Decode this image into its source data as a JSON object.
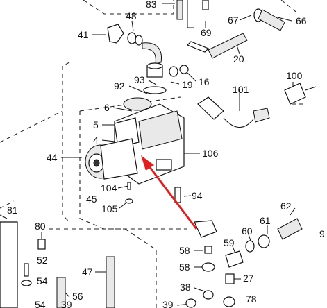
{
  "labels": [
    {
      "id": "83",
      "text": "83"
    },
    {
      "id": "48",
      "text": "48"
    },
    {
      "id": "41",
      "text": "41"
    },
    {
      "id": "69",
      "text": "69"
    },
    {
      "id": "67",
      "text": "67"
    },
    {
      "id": "66",
      "text": "66"
    },
    {
      "id": "20",
      "text": "20"
    },
    {
      "id": "93",
      "text": "93"
    },
    {
      "id": "92",
      "text": "92"
    },
    {
      "id": "19",
      "text": "19"
    },
    {
      "id": "16",
      "text": "16"
    },
    {
      "id": "100",
      "text": "100"
    },
    {
      "id": "101",
      "text": "101"
    },
    {
      "id": "6",
      "text": "6"
    },
    {
      "id": "5",
      "text": "5"
    },
    {
      "id": "4",
      "text": "4"
    },
    {
      "id": "44",
      "text": "44"
    },
    {
      "id": "106",
      "text": "106"
    },
    {
      "id": "104",
      "text": "104"
    },
    {
      "id": "94",
      "text": "94"
    },
    {
      "id": "45",
      "text": "45"
    },
    {
      "id": "105",
      "text": "105"
    },
    {
      "id": "81",
      "text": "81"
    },
    {
      "id": "80",
      "text": "80"
    },
    {
      "id": "62",
      "text": "62"
    },
    {
      "id": "61",
      "text": "61"
    },
    {
      "id": "60",
      "text": "60"
    },
    {
      "id": "59",
      "text": "59"
    },
    {
      "id": "58a",
      "text": "58"
    },
    {
      "id": "58b",
      "text": "58"
    },
    {
      "id": "52",
      "text": "52"
    },
    {
      "id": "54",
      "text": "54"
    },
    {
      "id": "47",
      "text": "47"
    },
    {
      "id": "27",
      "text": "27"
    },
    {
      "id": "56",
      "text": "56"
    },
    {
      "id": "38",
      "text": "38"
    },
    {
      "id": "39a",
      "text": "39"
    },
    {
      "id": "39b",
      "text": "39"
    },
    {
      "id": "78",
      "text": "78"
    },
    {
      "id": "54b",
      "text": "54"
    },
    {
      "id": "9",
      "text": "9"
    }
  ],
  "colors": {
    "arrow": "#e02020",
    "ink": "#111111"
  }
}
